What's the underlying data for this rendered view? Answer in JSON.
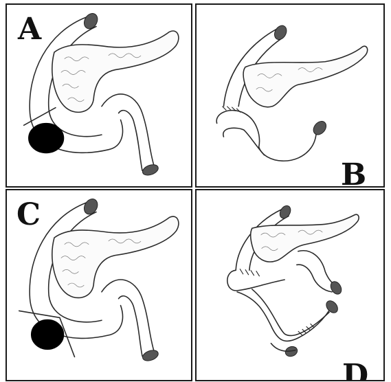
{
  "panels": [
    {
      "id": "A",
      "label": "A"
    },
    {
      "id": "B",
      "label": "B"
    },
    {
      "id": "C",
      "label": "C"
    },
    {
      "id": "D",
      "label": "D"
    }
  ],
  "colors": {
    "ink": "#2a2a2a",
    "tumor": "#000000",
    "background": "#ffffff"
  }
}
